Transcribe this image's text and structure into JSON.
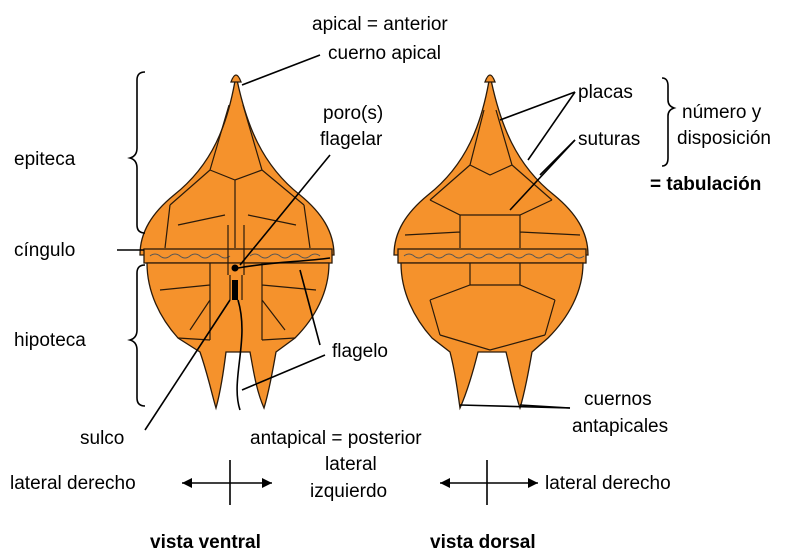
{
  "labels": {
    "apical": "apical = anterior",
    "cuerno_apical": "cuerno apical",
    "poro_1": "poro(s)",
    "poro_2": "flagelar",
    "epiteca": "epiteca",
    "cingulo": "cíngulo",
    "hipoteca": "hipoteca",
    "flagelo": "flagelo",
    "sulco": "sulco",
    "antapical": "antapical = posterior",
    "placas": "placas",
    "suturas": "suturas",
    "numero_1": "número y",
    "numero_2": "disposición",
    "tabulacion": "= tabulación",
    "cuernos_1": "cuernos",
    "cuernos_2": "antapicales",
    "lateral_derecho_left": "lateral derecho",
    "lateral_izq_1": "lateral",
    "lateral_izq_2": "izquierdo",
    "lateral_derecho_right": "lateral derecho",
    "vista_ventral": "vista ventral",
    "vista_dorsal": "vista dorsal"
  },
  "colors": {
    "cell_fill": "#f5922c",
    "outline": "#2a1a0a",
    "text": "#000000",
    "background": "#ffffff"
  }
}
